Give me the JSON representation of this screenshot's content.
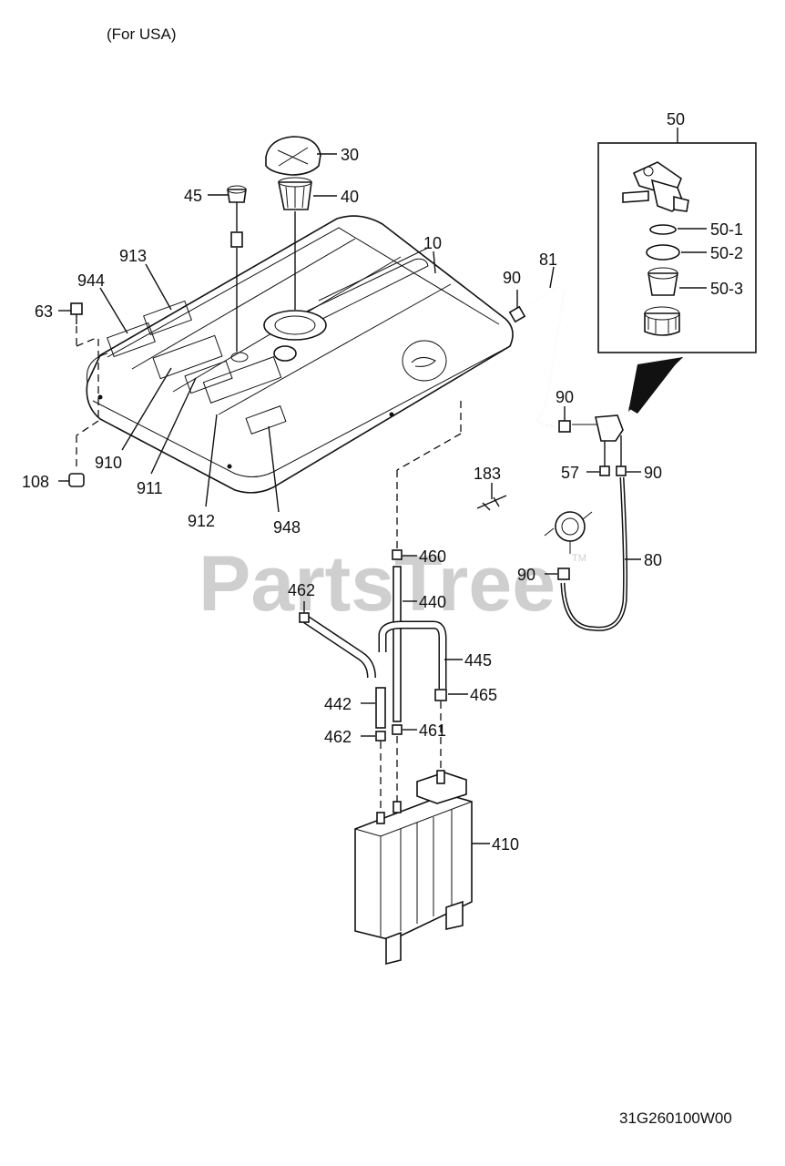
{
  "header_note": "(For USA)",
  "drawing_code": "31G260100W00",
  "watermark": "PartsTree",
  "watermark_tm": "TM",
  "callouts": {
    "c30": "30",
    "c40": "40",
    "c45": "45",
    "c10": "10",
    "c913": "913",
    "c944": "944",
    "c63": "63",
    "c910": "910",
    "c911": "911",
    "c912": "912",
    "c948": "948",
    "c108": "108",
    "c50": "50",
    "c50_1": "50-1",
    "c50_2": "50-2",
    "c50_3": "50-3",
    "c81": "81",
    "c90_a": "90",
    "c90_b": "90",
    "c90_c": "90",
    "c90_d": "90",
    "c57": "57",
    "c80": "80",
    "c183": "183",
    "c460": "460",
    "c440": "440",
    "c462_a": "462",
    "c445": "445",
    "c442": "442",
    "c465": "465",
    "c462_b": "462",
    "c461": "461",
    "c410": "410"
  }
}
